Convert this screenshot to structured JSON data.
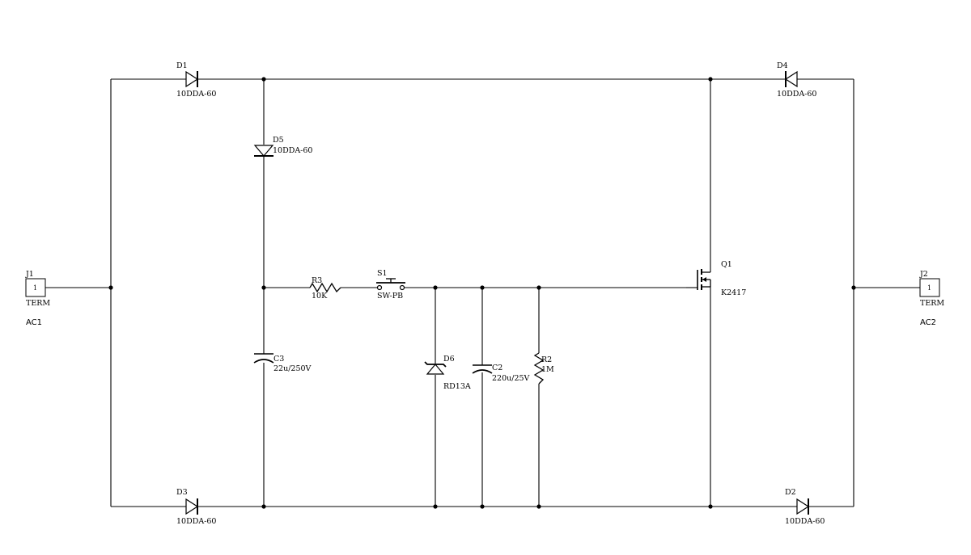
{
  "components": {
    "d1": {
      "ref": "D1",
      "value": "10DDA-60"
    },
    "d2": {
      "ref": "D2",
      "value": "10DDA-60"
    },
    "d3": {
      "ref": "D3",
      "value": "10DDA-60"
    },
    "d4": {
      "ref": "D4",
      "value": "10DDA-60"
    },
    "d5": {
      "ref": "D5",
      "value": "10DDA-60"
    },
    "d6": {
      "ref": "D6",
      "value": "RD13A"
    },
    "c2": {
      "ref": "C2",
      "value": "220u/25V"
    },
    "c3": {
      "ref": "C3",
      "value": "22u/250V"
    },
    "r2": {
      "ref": "R2",
      "value": "1M"
    },
    "r3": {
      "ref": "R3",
      "value": "10K"
    },
    "s1": {
      "ref": "S1",
      "value": "SW-PB"
    },
    "q1": {
      "ref": "Q1",
      "value": "K2417"
    },
    "j1": {
      "ref": "J1",
      "value": "TERM",
      "pin": "1",
      "net": "AC1"
    },
    "j2": {
      "ref": "J2",
      "value": "TERM",
      "pin": "1",
      "net": "AC2"
    }
  }
}
